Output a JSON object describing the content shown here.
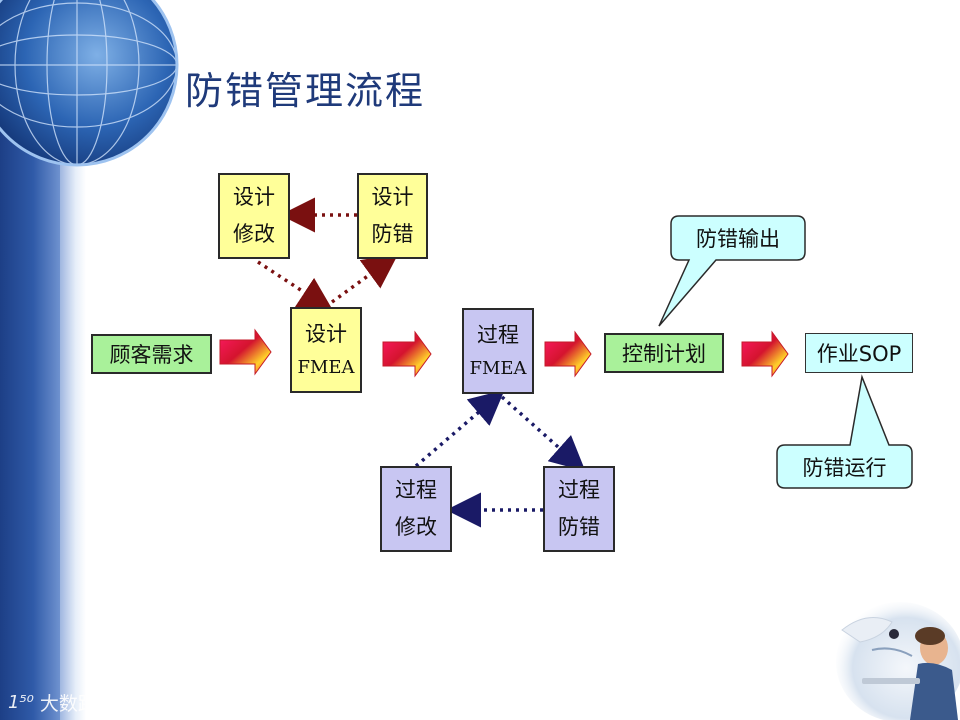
{
  "slide": {
    "title": "防错管理流程"
  },
  "nodes": {
    "customer_demand": "顾客需求",
    "design_fmea": {
      "line1": "设计",
      "line2": "FMEA"
    },
    "design_modify": {
      "line1": "设计",
      "line2": "修改"
    },
    "design_errorproof": {
      "line1": "设计",
      "line2": "防错"
    },
    "process_fmea": {
      "line1": "过程",
      "line2": "FMEA"
    },
    "process_modify": {
      "line1": "过程",
      "line2": "修改"
    },
    "process_errorproof": {
      "line1": "过程",
      "line2": "防错"
    },
    "control_plan": "控制计划",
    "work_sop": "作业SOP"
  },
  "callouts": {
    "errorproof_output": "防错输出",
    "errorproof_run": "防错运行"
  },
  "colors": {
    "yellow_box": "#ffff99",
    "green_box": "#a9f19a",
    "lavender_box": "#c8c6f2",
    "cyan_box": "#ccffff",
    "red_dotted_arrow": "#7a1010",
    "navy_dotted_arrow": "#1a1a66",
    "title_color": "#1f3a7a"
  },
  "icons": {
    "big_arrow": "gradient-right-arrow-icon",
    "globe": "globe-icon",
    "photo": "business-people-photo"
  },
  "watermark": {
    "mark": "1⁵⁰",
    "text": "大数跨境"
  }
}
